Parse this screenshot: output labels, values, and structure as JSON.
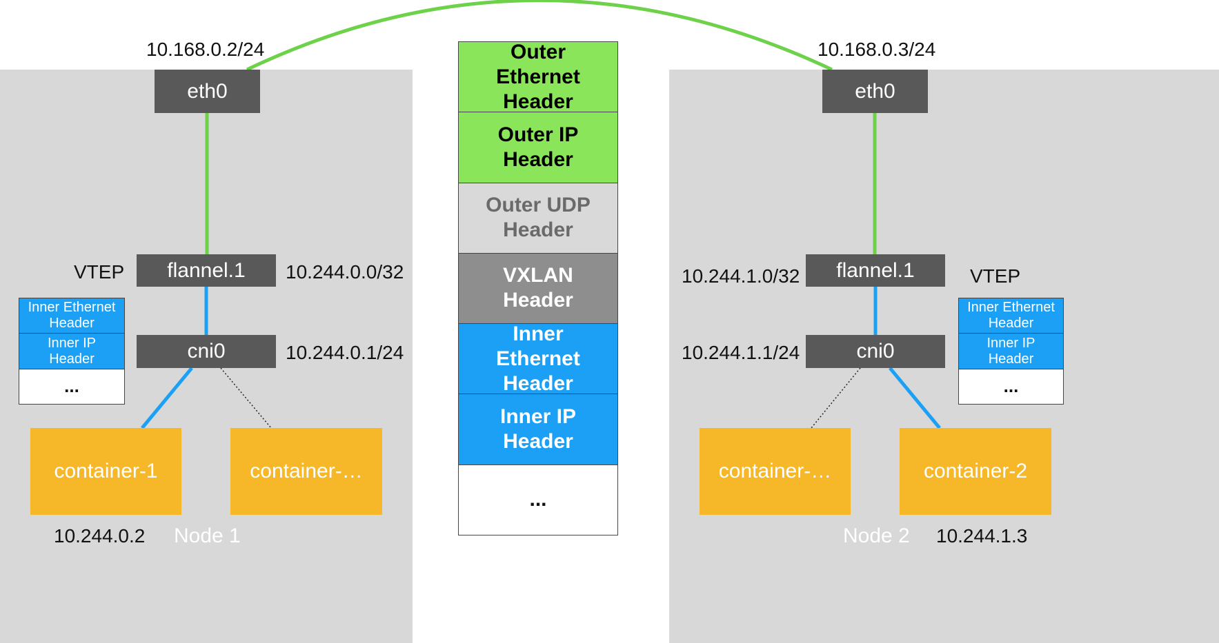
{
  "colors": {
    "node_bg": "#d8d8d8",
    "device": "#595959",
    "container": "#f6b829",
    "underlay_link": "#6dd14a",
    "overlay_link": "#1ca0f5",
    "outer_header": "#8ae55b",
    "udp_header": "#d9d9d9",
    "vxlan_header": "#8e8e8e",
    "inner_header": "#1ca0f5",
    "payload": "#ffffff"
  },
  "packet": {
    "layers": [
      {
        "text": "Outer Ethernet Header",
        "fill": "#8ae55b",
        "color": "#000000",
        "weight": "bold",
        "size": 30
      },
      {
        "text": "Outer IP Header",
        "fill": "#8ae55b",
        "color": "#000000",
        "weight": "bold",
        "size": 30
      },
      {
        "text": "Outer UDP Header",
        "fill": "#d9d9d9",
        "color": "#6a6a6a",
        "weight": "bold",
        "size": 30
      },
      {
        "text": "VXLAN Header",
        "fill": "#8e8e8e",
        "color": "#ffffff",
        "weight": "bold",
        "size": 30
      },
      {
        "text": "Inner Ethernet Header",
        "fill": "#1ca0f5",
        "color": "#ffffff",
        "weight": "bold",
        "size": 30
      },
      {
        "text": "Inner IP Header",
        "fill": "#1ca0f5",
        "color": "#ffffff",
        "weight": "bold",
        "size": 30
      },
      {
        "text": "...",
        "fill": "#ffffff",
        "color": "#111111",
        "weight": "bold",
        "size": 30
      }
    ]
  },
  "node1": {
    "name": "Node 1",
    "eth0": {
      "label": "eth0",
      "ip": "10.168.0.2/24"
    },
    "flannel": {
      "label": "flannel.1",
      "ip": "10.244.0.0/32",
      "role": "VTEP"
    },
    "cni": {
      "label": "cni0",
      "ip": "10.244.0.1/24"
    },
    "containers": [
      {
        "label": "container-1",
        "ip": "10.244.0.2"
      },
      {
        "label": "container-…"
      }
    ],
    "mini_packet": [
      "Inner Ethernet Header",
      "Inner IP Header",
      "..."
    ]
  },
  "node2": {
    "name": "Node 2",
    "eth0": {
      "label": "eth0",
      "ip": "10.168.0.3/24"
    },
    "flannel": {
      "label": "flannel.1",
      "ip": "10.244.1.0/32",
      "role": "VTEP"
    },
    "cni": {
      "label": "cni0",
      "ip": "10.244.1.1/24"
    },
    "containers": [
      {
        "label": "container-…"
      },
      {
        "label": "container-2",
        "ip": "10.244.1.3"
      }
    ],
    "mini_packet": [
      "Inner Ethernet Header",
      "Inner IP Header",
      "..."
    ]
  }
}
